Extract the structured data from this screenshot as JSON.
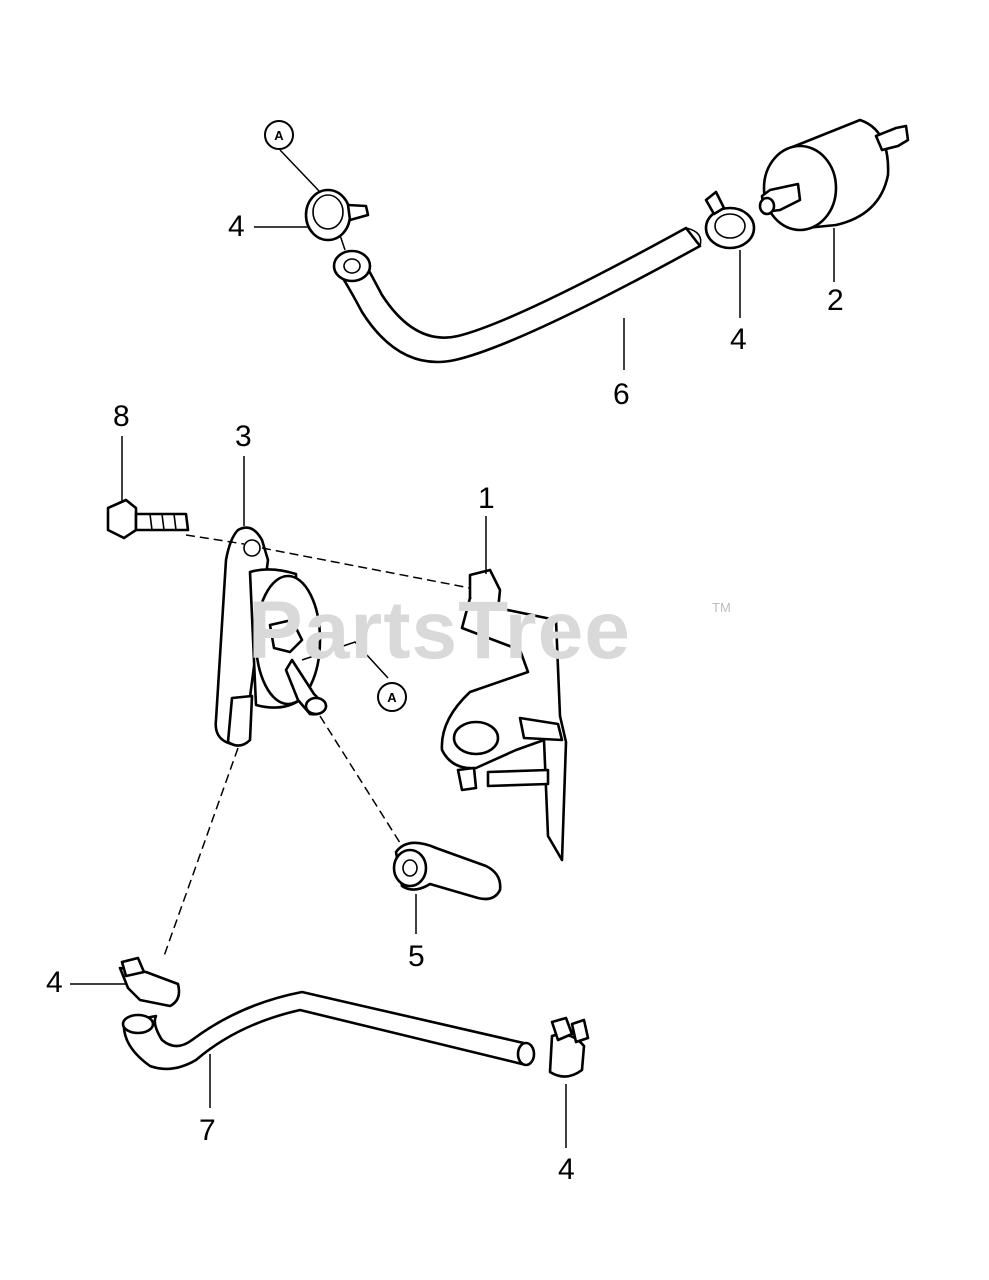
{
  "watermark": {
    "text": "PartsTree",
    "trademark": "TM"
  },
  "reference_marks": [
    {
      "id": "ref-a-top",
      "text": "A"
    },
    {
      "id": "ref-a-mid",
      "text": "A"
    }
  ],
  "callouts": [
    {
      "id": "fuel-pump-bracket",
      "text": "1"
    },
    {
      "id": "fuel-filter",
      "text": "2"
    },
    {
      "id": "fuel-pump",
      "text": "3"
    },
    {
      "id": "clamp-top-left",
      "text": "4"
    },
    {
      "id": "clamp-top-right",
      "text": "4"
    },
    {
      "id": "clamp-bottom-left",
      "text": "4"
    },
    {
      "id": "clamp-bottom-right",
      "text": "4"
    },
    {
      "id": "vacuum-line",
      "text": "5"
    },
    {
      "id": "fuel-line-upper",
      "text": "6"
    },
    {
      "id": "fuel-line-lower",
      "text": "7"
    },
    {
      "id": "bolt",
      "text": "8"
    }
  ]
}
